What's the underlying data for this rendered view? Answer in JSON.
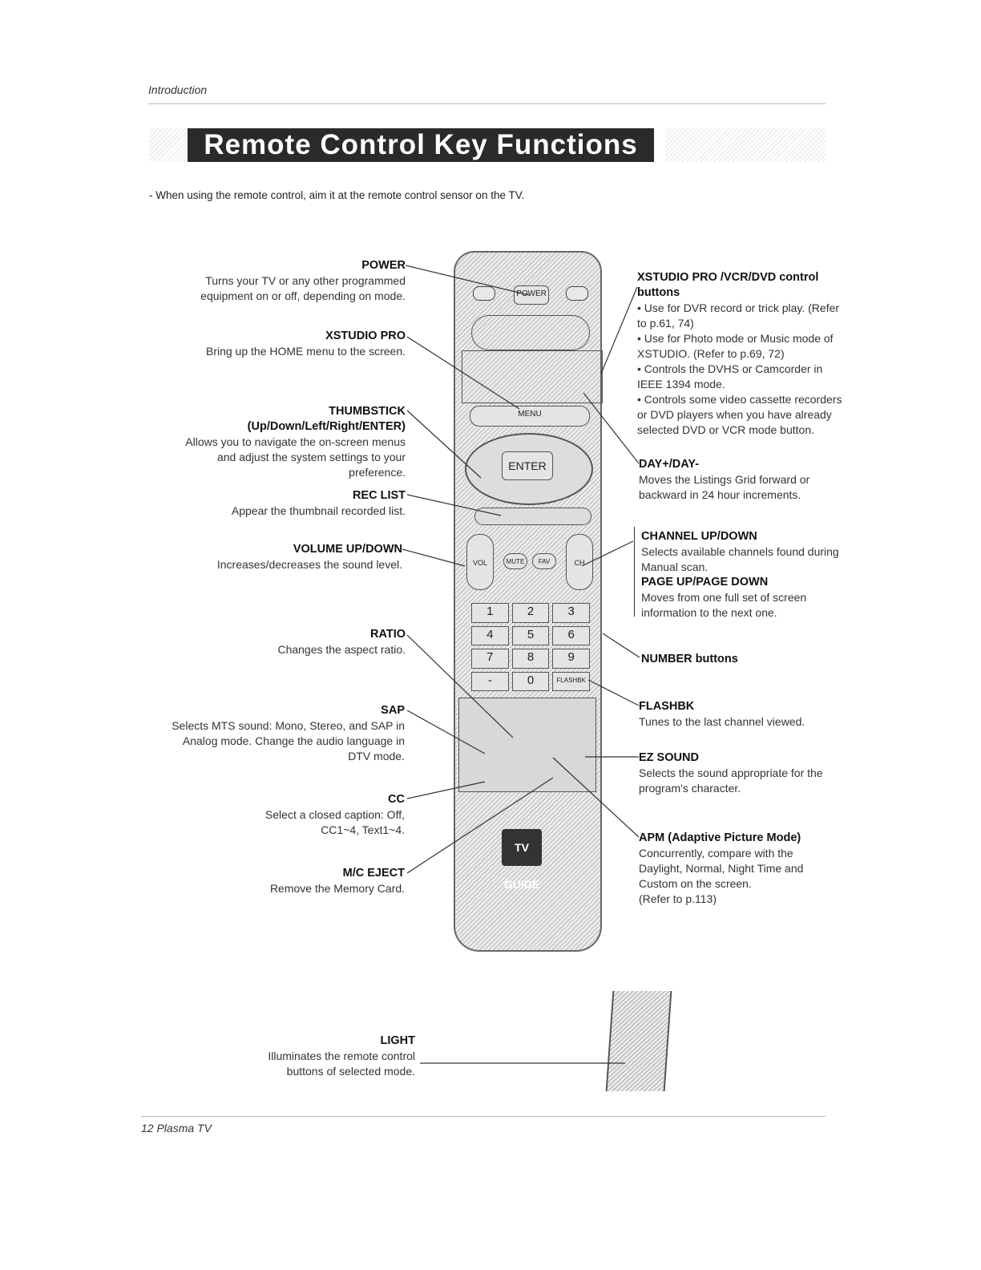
{
  "header": {
    "section": "Introduction",
    "title": "Remote Control Key Functions"
  },
  "intro": "- When using the remote control, aim it at the remote control sensor on the TV.",
  "labels": {
    "power": {
      "h": "POWER",
      "d": "Turns your TV or any other programmed equipment on or off, depending on mode."
    },
    "xstudio": {
      "h": "XSTUDIO PRO",
      "d": "Bring up the HOME menu to the screen."
    },
    "thumbstick": {
      "h": "THUMBSTICK (Up/Down/Left/Right/ENTER)",
      "d": "Allows you to navigate the on-screen menus and adjust the system settings to your preference."
    },
    "reclist": {
      "h": "REC LIST",
      "d": "Appear the thumbnail recorded list."
    },
    "volume": {
      "h": "VOLUME UP/DOWN",
      "d": "Increases/decreases the sound level."
    },
    "ratio": {
      "h": "RATIO",
      "d": "Changes the aspect ratio."
    },
    "sap": {
      "h": "SAP",
      "d": "Selects MTS sound: Mono, Stereo, and SAP in Analog mode. Change the audio language in DTV mode."
    },
    "cc": {
      "h": "CC",
      "d": "Select a closed caption: Off, CC1~4, Text1~4."
    },
    "mceject": {
      "h": "M/C EJECT",
      "d": "Remove the Memory Card."
    },
    "light": {
      "h": "LIGHT",
      "d": "Illuminates the remote control buttons of selected mode."
    },
    "vcr": {
      "h": "XSTUDIO PRO /VCR/DVD control buttons",
      "b1": "• Use for DVR record or trick play. (Refer to p.61, 74)",
      "b2": "• Use for Photo mode or Music mode of XSTUDIO. (Refer to p.69, 72)",
      "b3": "• Controls the DVHS or Camcorder in IEEE 1394 mode.",
      "b4": "• Controls some video cassette recorders or DVD players when you have already selected DVD or VCR mode button."
    },
    "day": {
      "h": "DAY+/DAY-",
      "d": "Moves the Listings Grid forward or backward in 24 hour increments."
    },
    "channel": {
      "h": "CHANNEL UP/DOWN",
      "d": "Selects available channels found during Manual scan.",
      "h2": "PAGE UP/PAGE DOWN",
      "d2": "Moves from one full set of screen information to the next one."
    },
    "number": {
      "h": "NUMBER buttons"
    },
    "flashbk": {
      "h": "FLASHBK",
      "d": "Tunes to the last channel viewed."
    },
    "ezsound": {
      "h": "EZ SOUND",
      "d": "Selects the sound appropriate for the program's character."
    },
    "apm": {
      "h": "APM (Adaptive Picture Mode)",
      "d": "Concurrently, compare with the Daylight, Normal, Night Time and Custom on the screen.",
      "d2": "(Refer to p.113)"
    }
  },
  "remote": {
    "power": "POWER",
    "enter": "ENTER",
    "tvguide": "TV GUIDE",
    "menu": "MENU",
    "vol": "VOL",
    "ch": "CH",
    "mute": "MUTE",
    "fav": "FAV",
    "numbers": [
      "1",
      "2",
      "3",
      "4",
      "5",
      "6",
      "7",
      "8",
      "9",
      "-",
      "0",
      "FLASHBK"
    ]
  },
  "footer": "12  Plasma TV"
}
